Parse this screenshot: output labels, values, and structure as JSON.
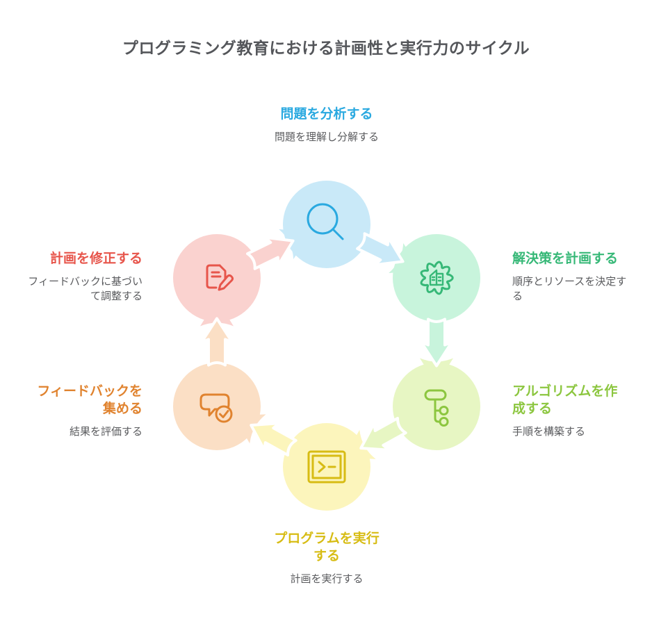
{
  "title": "プログラミング教育における計画性と実行力のサイクル",
  "title_color": "#54565a",
  "description_color": "#5a5b5e",
  "cycle_order": [
    "analyze",
    "plan",
    "algorithm",
    "execute",
    "feedback",
    "revise"
  ],
  "nodes": [
    {
      "id": "analyze",
      "label": "問題を分析する",
      "description": "問題を理解し分解する",
      "icon": "magnifier-icon",
      "accent": "#2aa9e0",
      "fill": "#c9e9f8"
    },
    {
      "id": "plan",
      "label": "解決策を計画する",
      "description": "順序とリソースを決定する",
      "icon": "gear-ledger-icon",
      "accent": "#36b877",
      "fill": "#c8f4dc"
    },
    {
      "id": "algorithm",
      "label": "アルゴリズムを作成する",
      "description": "手順を構築する",
      "icon": "flowchart-tree-icon",
      "accent": "#8cc63f",
      "fill": "#e7f6c3"
    },
    {
      "id": "execute",
      "label": "プログラムを実行する",
      "description": "計画を実行する",
      "icon": "terminal-icon",
      "accent": "#d7bc14",
      "fill": "#fcf5bc"
    },
    {
      "id": "feedback",
      "label": "フィードバックを集める",
      "description": "結果を評価する",
      "icon": "speech-check-icon",
      "accent": "#e0832f",
      "fill": "#fbdfc5"
    },
    {
      "id": "revise",
      "label": "計画を修正する",
      "description": "フィードバックに基づいて調整する",
      "icon": "document-pencil-icon",
      "accent": "#e7554b",
      "fill": "#fad2cf"
    }
  ]
}
